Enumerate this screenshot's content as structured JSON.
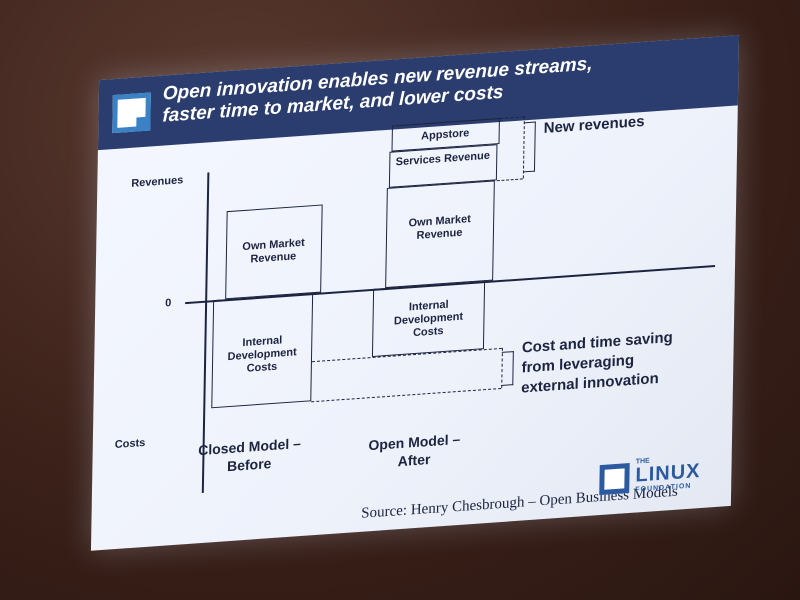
{
  "slide": {
    "title": "Open innovation enables new revenue streams,\nfaster time to market, and lower costs",
    "axis": {
      "top": "Revenues",
      "zero": "0",
      "bottom": "Costs"
    },
    "closed_model": {
      "revenue_box": "Own Market Revenue",
      "cost_box": "Internal Development Costs",
      "label": "Closed Model – Before"
    },
    "open_model": {
      "appstore": "Appstore",
      "services": "Services Revenue",
      "revenue_box": "Own Market Revenue",
      "cost_box": "Internal Development Costs",
      "label": "Open Model – After"
    },
    "annotations": {
      "new_revenues": "New revenues",
      "savings": "Cost and time saving\nfrom leveraging\nexternal innovation"
    },
    "source": "Source: Henry Chesbrough – Open Business Models",
    "logo": {
      "the": "THE",
      "name": "LINUX",
      "sub": "FOUNDATION"
    }
  }
}
